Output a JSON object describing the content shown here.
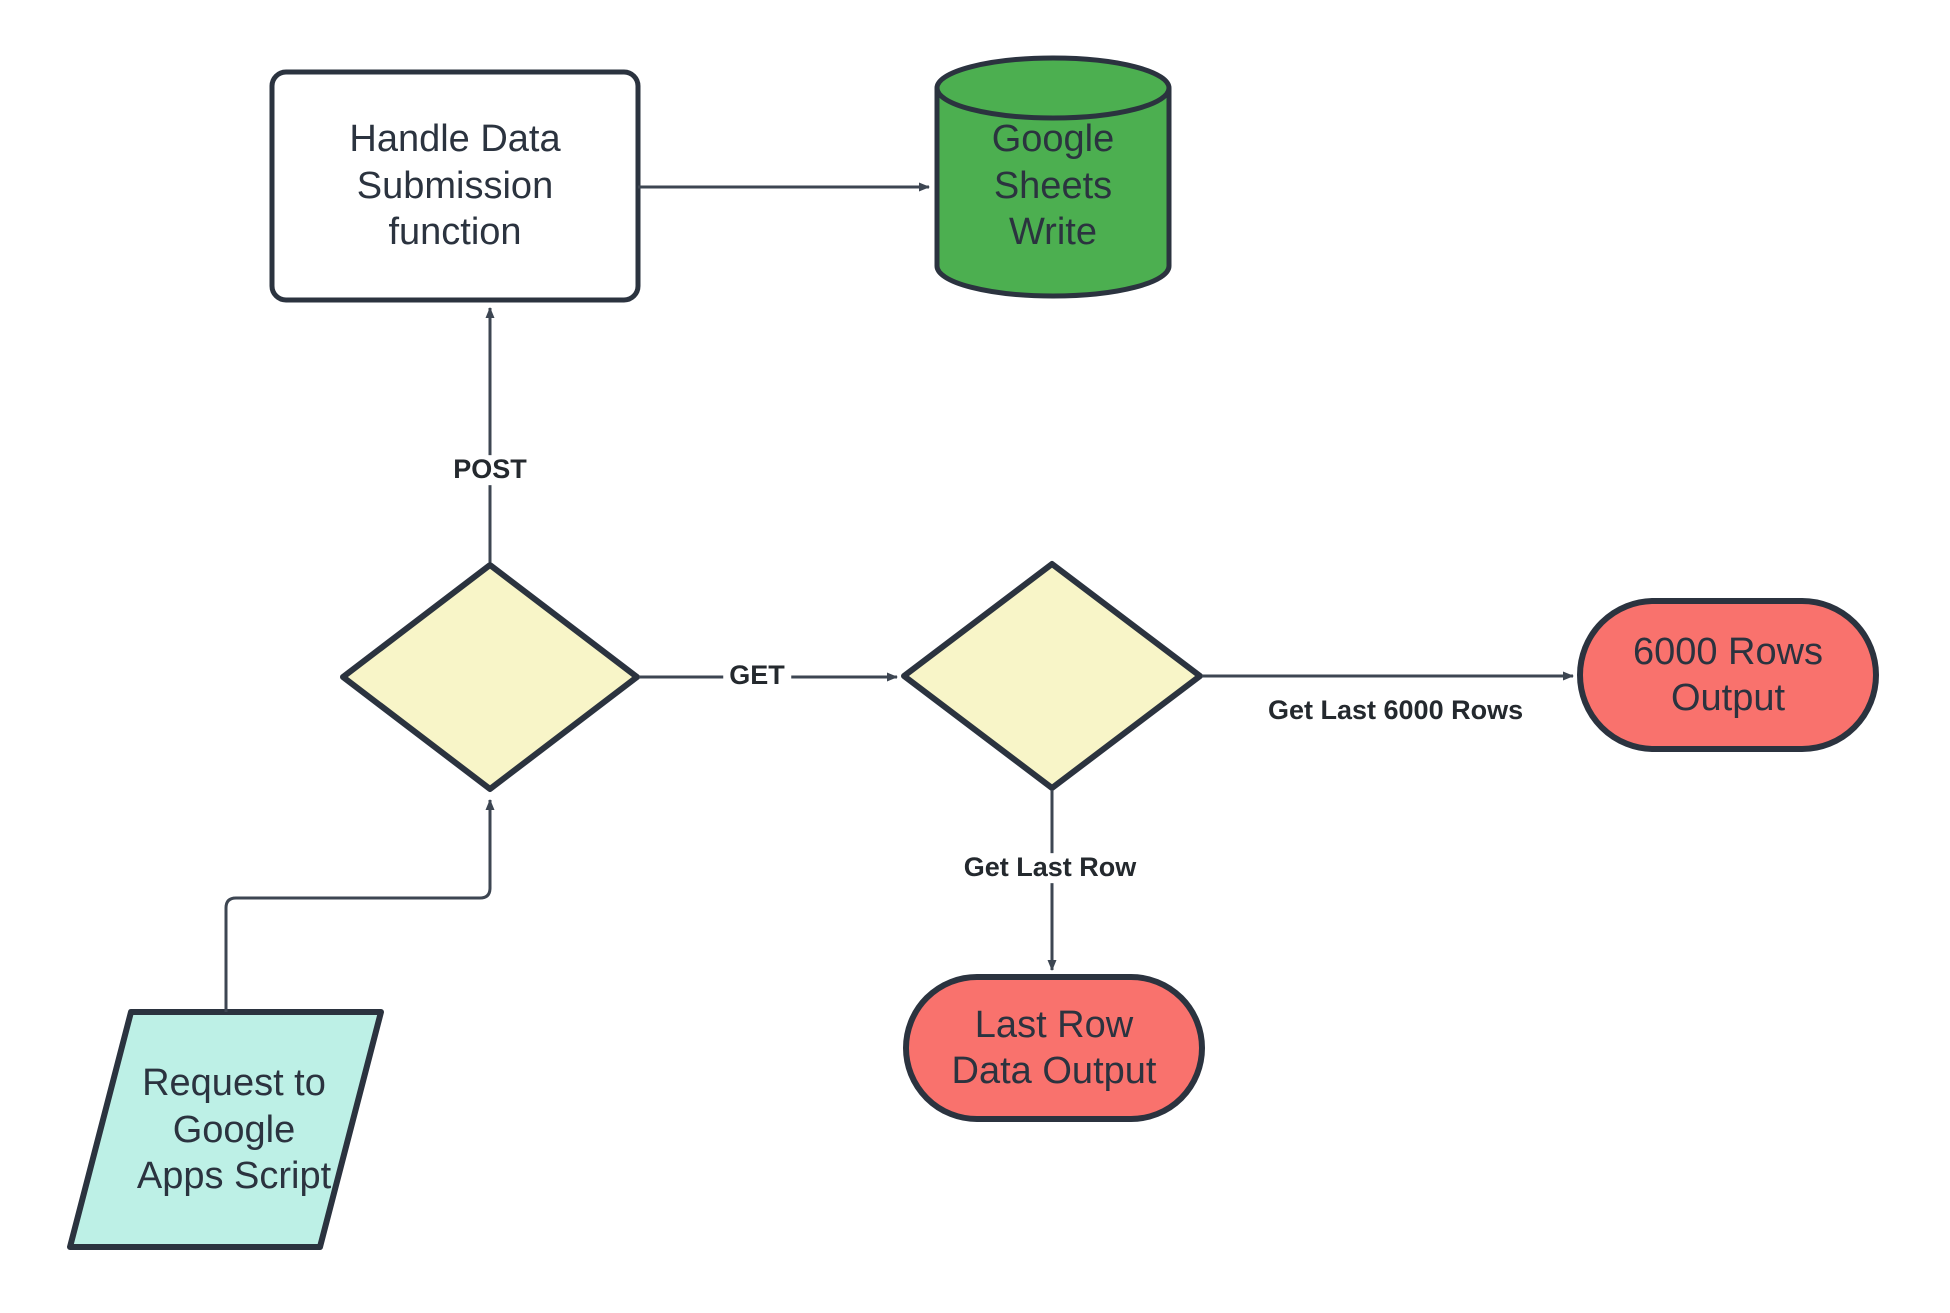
{
  "diagram": {
    "type": "flowchart",
    "title": "Google Apps Script request handling flowchart",
    "background": "#ffffff",
    "stroke_color": "#2b333f",
    "text_color": "#2b333f",
    "nodes": [
      {
        "id": "handle-data-submission",
        "shape": "process-rectangle",
        "label": "Handle Data\nSubmission\nfunction",
        "fill": "#ffffff",
        "stroke": "#2b333f"
      },
      {
        "id": "google-sheets-write",
        "shape": "cylinder-database",
        "label": "Google\nSheets\nWrite",
        "fill": "#4caf50",
        "stroke": "#2b333f"
      },
      {
        "id": "decision-method",
        "shape": "diamond-decision",
        "label": "",
        "fill": "#f8f5c8",
        "stroke": "#2b333f"
      },
      {
        "id": "decision-fetch",
        "shape": "diamond-decision",
        "label": "",
        "fill": "#f8f5c8",
        "stroke": "#2b333f"
      },
      {
        "id": "rows-6000-output",
        "shape": "stadium-terminator",
        "label": "6000 Rows\nOutput",
        "fill": "#f9726d",
        "stroke": "#2b333f"
      },
      {
        "id": "last-row-data-output",
        "shape": "stadium-terminator",
        "label": "Last Row\nData Output",
        "fill": "#f9726d",
        "stroke": "#2b333f"
      },
      {
        "id": "request-to-google-apps-script",
        "shape": "parallelogram-input",
        "label": "Request to\nGoogle\nApps Script",
        "fill": "#bdf0e6",
        "stroke": "#2b333f"
      }
    ],
    "edges": [
      {
        "id": "edge-handle-to-sheets",
        "from": "handle-data-submission",
        "to": "google-sheets-write",
        "label": ""
      },
      {
        "id": "edge-decision-post",
        "from": "decision-method",
        "to": "handle-data-submission",
        "label": "POST"
      },
      {
        "id": "edge-decision-get",
        "from": "decision-method",
        "to": "decision-fetch",
        "label": "GET"
      },
      {
        "id": "edge-fetch-6000",
        "from": "decision-fetch",
        "to": "rows-6000-output",
        "label": "Get Last 6000 Rows"
      },
      {
        "id": "edge-fetch-lastrow",
        "from": "decision-fetch",
        "to": "last-row-data-output",
        "label": "Get Last Row"
      },
      {
        "id": "edge-request-to-decision",
        "from": "request-to-google-apps-script",
        "to": "decision-method",
        "label": ""
      }
    ]
  }
}
